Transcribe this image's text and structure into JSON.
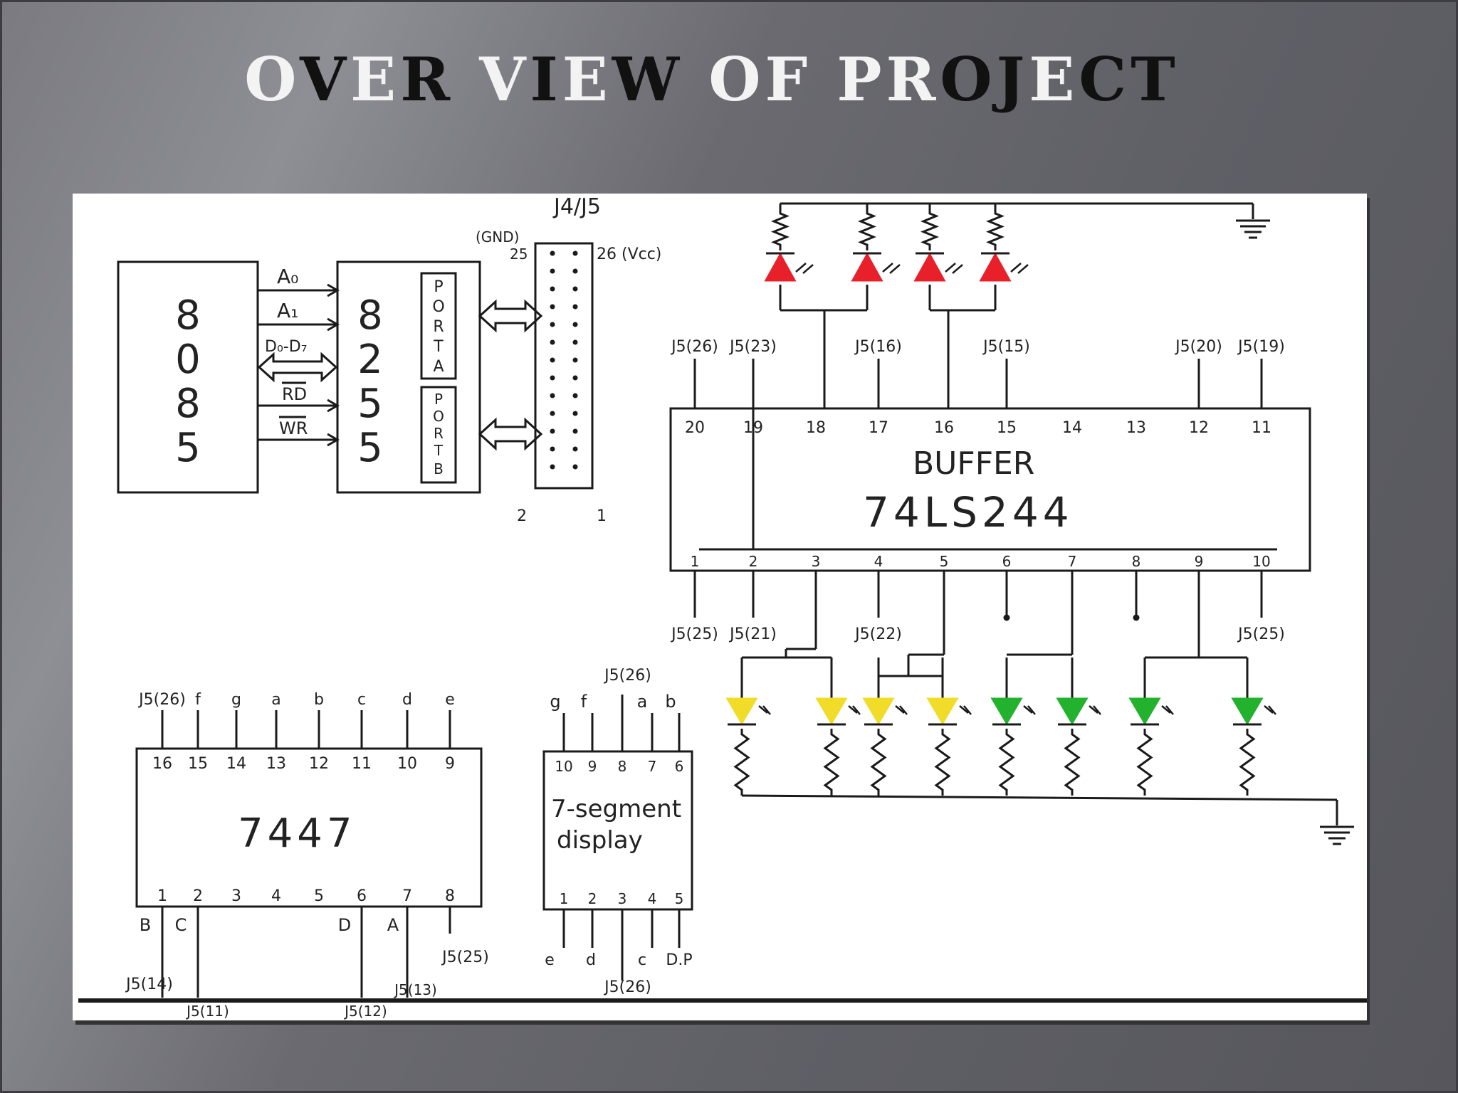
{
  "slide": {
    "title_parts": [
      {
        "text": "O",
        "tone": "light"
      },
      {
        "text": "V",
        "tone": "dark"
      },
      {
        "text": "E",
        "tone": "light"
      },
      {
        "text": "R ",
        "tone": "dark"
      },
      {
        "text": "V",
        "tone": "light"
      },
      {
        "text": "I",
        "tone": "dark"
      },
      {
        "text": "E",
        "tone": "light"
      },
      {
        "text": "W ",
        "tone": "dark"
      },
      {
        "text": "OF ",
        "tone": "light"
      },
      {
        "text": "P",
        "tone": "light"
      },
      {
        "text": "R",
        "tone": "light"
      },
      {
        "text": "OJ",
        "tone": "dark"
      },
      {
        "text": "E",
        "tone": "light"
      },
      {
        "text": "CT",
        "tone": "dark"
      }
    ]
  },
  "diagram": {
    "cpu": {
      "digits": [
        "8",
        "0",
        "8",
        "5"
      ]
    },
    "ppi": {
      "digits": [
        "8",
        "2",
        "5",
        "5"
      ],
      "port_a": [
        "P",
        "O",
        "R",
        "T",
        "A"
      ],
      "port_b": [
        "P",
        "O",
        "R",
        "T",
        "B"
      ]
    },
    "bus_labels": [
      "A₀",
      "A₁",
      "D₀-D₇",
      "RD",
      "WR"
    ],
    "connector": {
      "title": "J4/J5",
      "gnd": "(GND)",
      "pin25": "25",
      "pin26": "26 (Vcc)",
      "pin2": "2",
      "pin1": "1"
    },
    "buffer": {
      "name": "BUFFER",
      "part": "74LS244",
      "top_pins": [
        "20",
        "19",
        "18",
        "17",
        "16",
        "15",
        "14",
        "13",
        "12",
        "11"
      ],
      "bottom_pins": [
        "1",
        "2",
        "3",
        "4",
        "5",
        "6",
        "7",
        "8",
        "9",
        "10"
      ],
      "top_jumpers": [
        "J5(26)",
        "J5(23)",
        "J5(16)",
        "J5(15)",
        "J5(20)",
        "J5(19)"
      ],
      "bottom_jumpers": [
        "J5(25)",
        "J5(21)",
        "J5(22)",
        "J5(25)"
      ]
    },
    "decoder": {
      "part": "7447",
      "top_labels": [
        "J5(26)",
        "f",
        "g",
        "a",
        "b",
        "c",
        "d",
        "e"
      ],
      "top_pins": [
        "16",
        "15",
        "14",
        "13",
        "12",
        "11",
        "10",
        "9"
      ],
      "bottom_pins": [
        "1",
        "2",
        "3",
        "4",
        "5",
        "6",
        "7",
        "8"
      ],
      "bottom_labels": [
        "B",
        "C",
        "D",
        "A"
      ],
      "bottom_jumpers": [
        "J5(14)",
        "J5(11)",
        "J5(12)",
        "J5(13)",
        "J5(25)"
      ]
    },
    "seven_seg": {
      "title_line1": "7-segment",
      "title_line2": "display",
      "top_jumper": "J5(26)",
      "top_labels": [
        "g",
        "f",
        "a",
        "b"
      ],
      "top_pins": [
        "10",
        "9",
        "8",
        "7",
        "6"
      ],
      "bottom_pins": [
        "1",
        "2",
        "3",
        "4",
        "5"
      ],
      "bottom_labels": [
        "e",
        "d",
        "c",
        "D.P"
      ],
      "bottom_jumper": "J5(26)"
    },
    "colors": {
      "red_led": "#e8202a",
      "yellow_led": "#f2dc2a",
      "green_led": "#22b22e",
      "ink": "#1a1a1a"
    }
  }
}
